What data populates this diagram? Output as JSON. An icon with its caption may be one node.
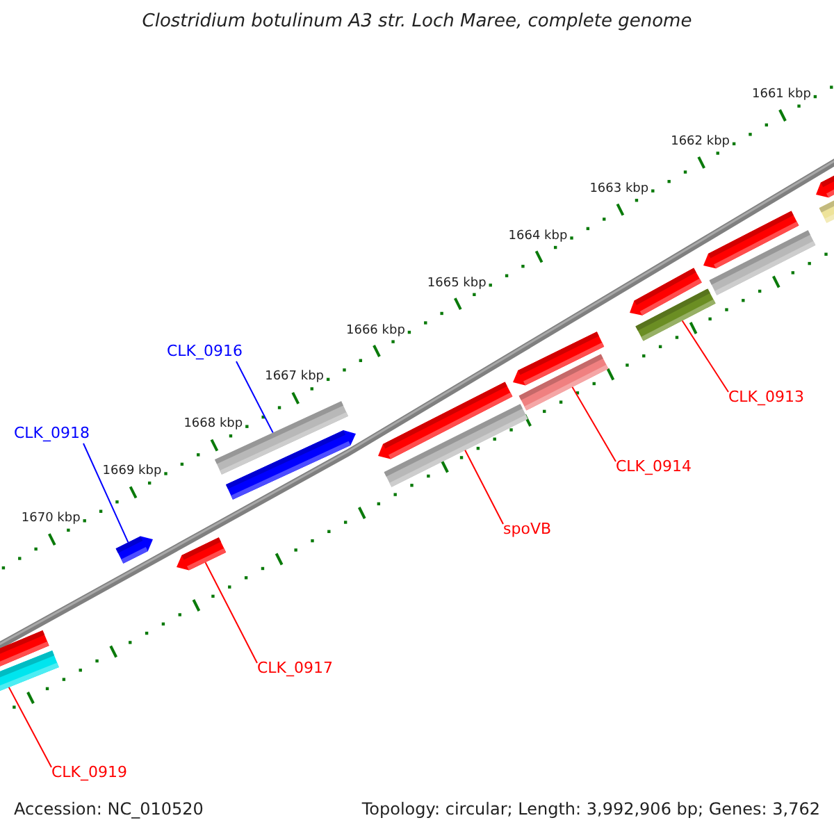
{
  "diagram": {
    "title": "Clostridium botulinum A3 str. Loch Maree, complete genome",
    "nodes": [
      {
        "text": [
          "CLK_0916"
        ]
      },
      {
        "text": [
          "CLK_0918"
        ]
      },
      {
        "text": [
          "CLK_0913"
        ]
      },
      {
        "text": [
          "CLK_0914"
        ]
      },
      {
        "text": [
          "spoVB"
        ]
      },
      {
        "text": [
          "CLK_0917"
        ]
      },
      {
        "text": [
          "CLK_0919"
        ]
      },
      {
        "text": [],
        "shape": "bar"
      },
      {
        "text": [],
        "shape": "bar"
      },
      {
        "text": [],
        "shape": "bar"
      },
      {
        "text": [],
        "shape": "bar"
      },
      {
        "text": [],
        "shape": "bar"
      },
      {
        "text": [],
        "shape": "bar"
      },
      {
        "text": [],
        "shape": "bar"
      }
    ],
    "edges": [
      {
        "from": 0,
        "to": 10,
        "arrow": "none",
        "color": "#0000ff"
      },
      {
        "from": 1,
        "to": 8,
        "arrow": "none",
        "color": "#0000ff"
      },
      {
        "from": 2,
        "to": 13,
        "arrow": "none"
      },
      {
        "from": 3,
        "to": 12,
        "arrow": "none"
      },
      {
        "from": 4,
        "to": 11,
        "arrow": "none"
      },
      {
        "from": 5,
        "to": 9,
        "arrow": "none"
      },
      {
        "from": 6,
        "to": 7,
        "arrow": "none"
      }
    ],
    "labels": [
      "1661 kbp",
      "1662 kbp",
      "1663 kbp",
      "1664 kbp",
      "1665 kbp",
      "1666 kbp",
      "1667 kbp",
      "1668 kbp",
      "1669 kbp",
      "1670 kbp",
      "Accession: NC_010520",
      "Topology: circular; Length: 3,992,906 bp; Genes: 3,762"
    ]
  }
}
